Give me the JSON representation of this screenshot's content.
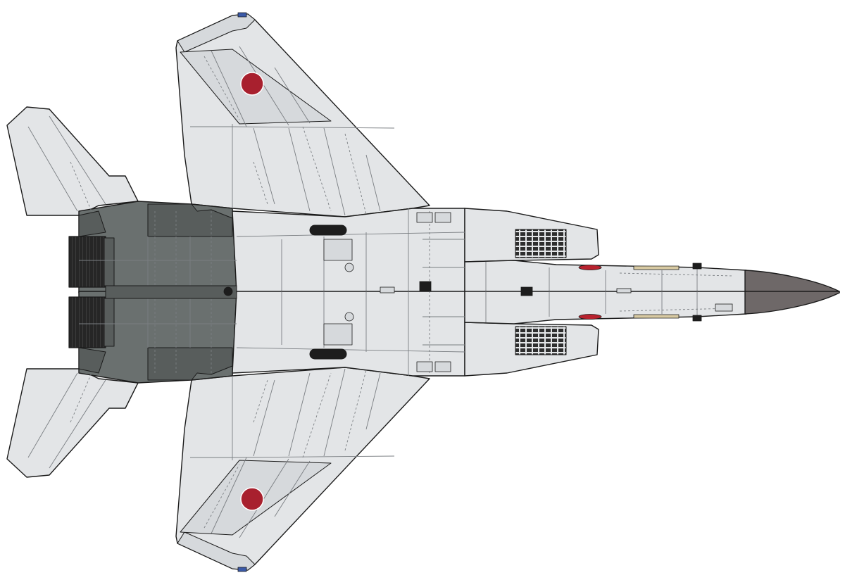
{
  "illustration": {
    "subject": "jet-fighter-underside-profile",
    "colors": {
      "background": "#ffffff",
      "airframe": "#e3e5e7",
      "airframe_shade": "#d6d9dc",
      "engine_bay": "#6a706f",
      "engine_bay_dark": "#585d5c",
      "nozzle": "#262626",
      "radome": "#6e6868",
      "outline": "#1b1b1b",
      "panel_line": "#7a7e82",
      "roundel": "#a8202e",
      "tire": "#1d1d1d",
      "antenna_blue": "#3b5aa8",
      "antenna_red": "#b8222e",
      "strip_tan": "#d7c9a2"
    },
    "roundels": 2,
    "main_wheels": 2,
    "engine_nozzles": 2
  }
}
